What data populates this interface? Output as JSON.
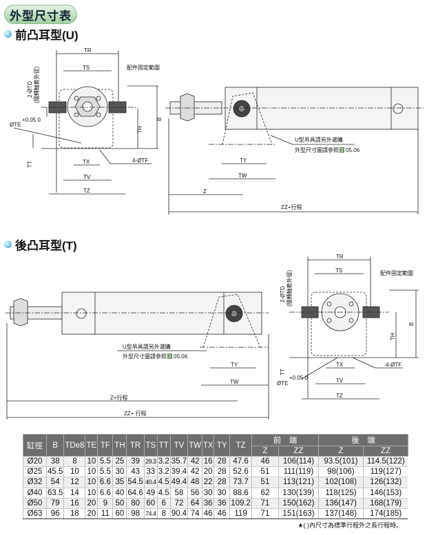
{
  "title": "外型尺寸表",
  "sections": [
    {
      "title": "前凸耳型(U)"
    },
    {
      "title": "後凸耳型(T)"
    }
  ],
  "labels": {
    "TR": "TR",
    "TS": "TS",
    "TD": "2-ØTD",
    "TD_note": "(隨轉軸套外徑)",
    "fixed_range": "配件固定範圍",
    "TE": "ØTE",
    "TE_tol": "+0.05 0",
    "TH": "TH",
    "B": "B",
    "TT": "TT",
    "TX": "TX",
    "TV": "TV",
    "TZ": "TZ",
    "TF": "4-ØTF",
    "TY": "TY",
    "TW": "TW",
    "Z": "Z",
    "ZZ1": "ZZ+行程",
    "Z2": "Z+行程",
    "ZZ2": "ZZ+ 行程",
    "u_note1": "U型吊具請另外選購",
    "u_note2": "外型尺寸圖請參照",
    "ref_badge": "3",
    "ref_page": "05.06"
  },
  "table": {
    "headers": [
      "缸徑",
      "B",
      "TDe8",
      "TE",
      "TF",
      "TH",
      "TR",
      "TS",
      "TT",
      "TV",
      "TW",
      "TX",
      "TY",
      "TZ"
    ],
    "group_front": "前　端",
    "group_rear": "後　端",
    "sub": [
      "Z",
      "ZZ",
      "Z",
      "ZZ"
    ],
    "rows": [
      [
        "Ø20",
        "38",
        "8",
        "10",
        "5.5",
        "25",
        "39",
        "29.3",
        "3.2",
        "35.7",
        "42",
        "16",
        "28",
        "47.6",
        "46",
        "106(114)",
        "93.5(101)",
        "114.5(122)"
      ],
      [
        "Ø25",
        "45.5",
        "10",
        "10",
        "5.5",
        "30",
        "43",
        "33",
        "3.2",
        "39.4",
        "42",
        "20",
        "28",
        "52.6",
        "51",
        "111(119)",
        "98(106)",
        "119(127)"
      ],
      [
        "Ø32",
        "54",
        "12",
        "10",
        "6.6",
        "35",
        "54.5",
        "40.4",
        "4.5",
        "49.4",
        "48",
        "22",
        "28",
        "73.7",
        "51",
        "113(121)",
        "102(108)",
        "126(132)"
      ],
      [
        "Ø40",
        "63.5",
        "14",
        "10",
        "6.6",
        "40",
        "64.6",
        "49",
        "4.5",
        "58",
        "56",
        "30",
        "30",
        "88.6",
        "62",
        "130(139)",
        "118(125)",
        "146(153)"
      ],
      [
        "Ø50",
        "79",
        "16",
        "20",
        "9",
        "50",
        "80",
        "60",
        "6",
        "72",
        "64",
        "36",
        "36",
        "109.2",
        "71",
        "150(162)",
        "136(147)",
        "168(179)"
      ],
      [
        "Ø63",
        "96",
        "18",
        "20",
        "11",
        "60",
        "98",
        "74.4",
        "8",
        "90.4",
        "74",
        "46",
        "46",
        "119",
        "71",
        "151(163)",
        "137(148)",
        "174(185)"
      ]
    ]
  },
  "note": "★( )內尺寸為標準行程外之長行程時。"
}
